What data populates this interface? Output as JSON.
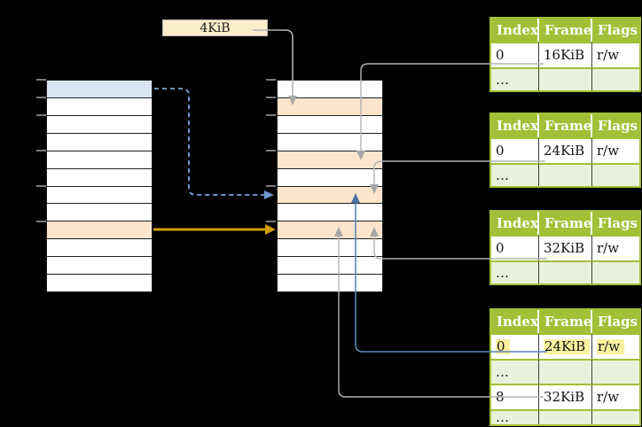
{
  "diagram": "virtual-to-physical paging translation with page tables",
  "page_size_label": "4KiB",
  "memory_blocks": {
    "left": {
      "rows": 12,
      "highlights": {
        "0": "blue",
        "8": "orange"
      }
    },
    "middle": {
      "rows": 12,
      "highlights": {
        "1": "orange",
        "4": "orange",
        "6": "orange",
        "8": "orange"
      }
    }
  },
  "page_tables": [
    {
      "id": "page-table-1",
      "headers": [
        "Index",
        "Frame",
        "Flags"
      ],
      "rows": [
        {
          "cells": [
            "0",
            "16KiB",
            "r/w"
          ],
          "shaded": false,
          "highlight": false
        },
        {
          "cells": [
            "…",
            "",
            ""
          ],
          "shaded": true,
          "highlight": false
        }
      ]
    },
    {
      "id": "page-table-2",
      "headers": [
        "Index",
        "Frame",
        "Flags"
      ],
      "rows": [
        {
          "cells": [
            "0",
            "24KiB",
            "r/w"
          ],
          "shaded": false,
          "highlight": false
        },
        {
          "cells": [
            "…",
            "",
            ""
          ],
          "shaded": true,
          "highlight": false
        }
      ]
    },
    {
      "id": "page-table-3",
      "headers": [
        "Index",
        "Frame",
        "Flags"
      ],
      "rows": [
        {
          "cells": [
            "0",
            "32KiB",
            "r/w"
          ],
          "shaded": false,
          "highlight": false
        },
        {
          "cells": [
            "…",
            "",
            ""
          ],
          "shaded": true,
          "highlight": false
        }
      ]
    },
    {
      "id": "page-table-4",
      "headers": [
        "Index",
        "Frame",
        "Flags"
      ],
      "rows": [
        {
          "cells": [
            "0",
            "24KiB",
            "r/w"
          ],
          "shaded": false,
          "highlight": true
        },
        {
          "cells": [
            "…",
            "",
            ""
          ],
          "shaded": true,
          "highlight": false
        },
        {
          "cells": [
            "8",
            "32KiB",
            "r/w"
          ],
          "shaded": false,
          "highlight": false
        },
        {
          "cells": [
            "…",
            "",
            ""
          ],
          "shaded": true,
          "highlight": false
        }
      ]
    }
  ],
  "colors": {
    "background": "#000000",
    "blue_row": "#dbe5f3",
    "orange_row": "#fde5cd",
    "label_box": "#fcedcb",
    "table_header_green": "#a2c037",
    "table_shaded_row": "#eaf1da",
    "highlight_yellow": "#f8f19f",
    "arrow_gray": "#b3b3b3",
    "arrow_blue_solid": "#5b84b8",
    "arrow_blue_dashed": "#7fa7d9",
    "arrow_orange": "#d49e00",
    "tick_gray": "#8a8a8a"
  }
}
